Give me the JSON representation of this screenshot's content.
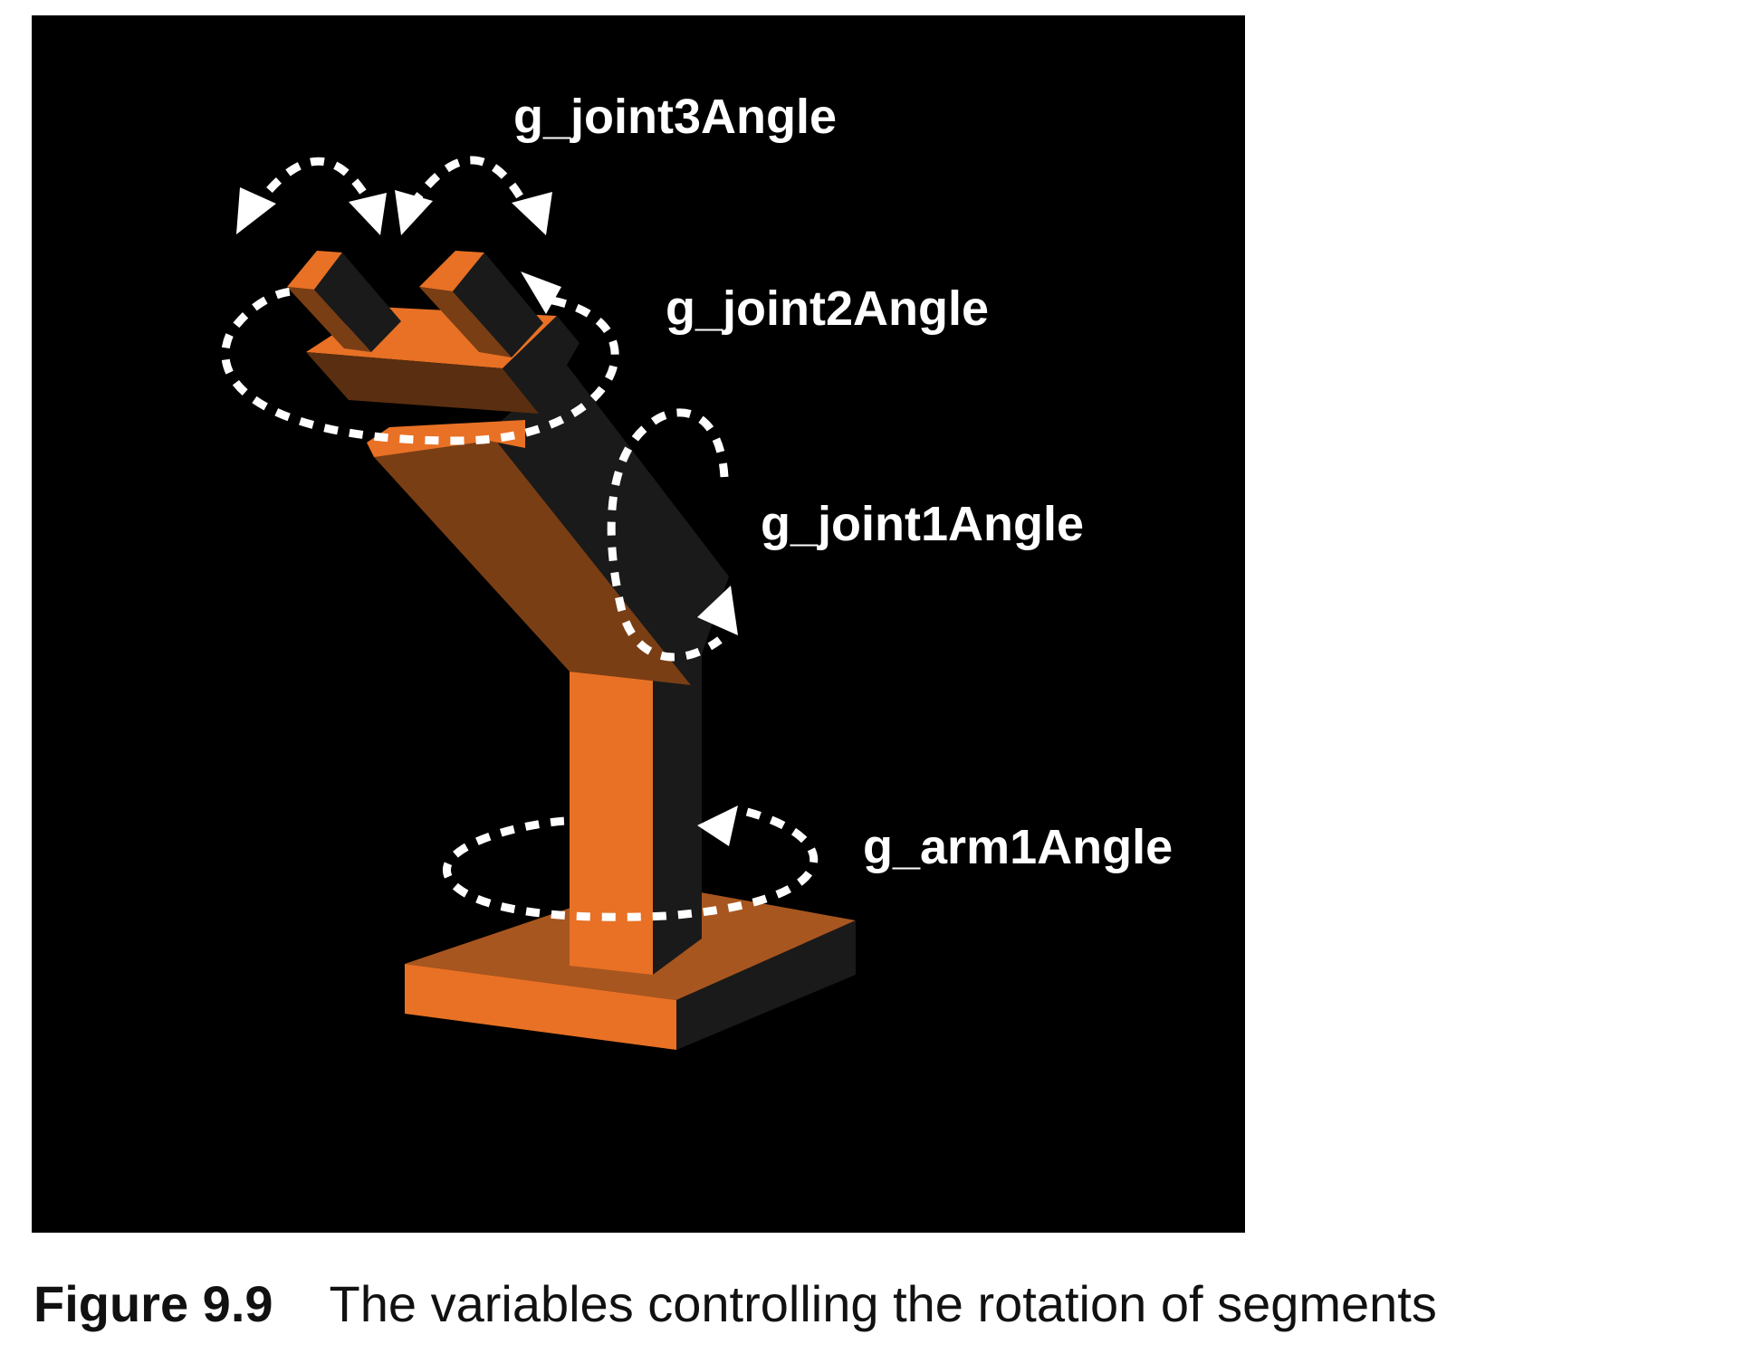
{
  "labels": {
    "joint3": "g_joint3Angle",
    "joint2": "g_joint2Angle",
    "joint1": "g_joint1Angle",
    "arm1": "g_arm1Angle"
  },
  "caption": {
    "number": "Figure 9.9",
    "text": "The variables controlling the rotation of segments"
  },
  "colors": {
    "background": "#000000",
    "orange": "#E87125",
    "orange_dark": "#A8561F",
    "shadow": "#1A1A1A",
    "annotation": "#FFFFFF"
  }
}
